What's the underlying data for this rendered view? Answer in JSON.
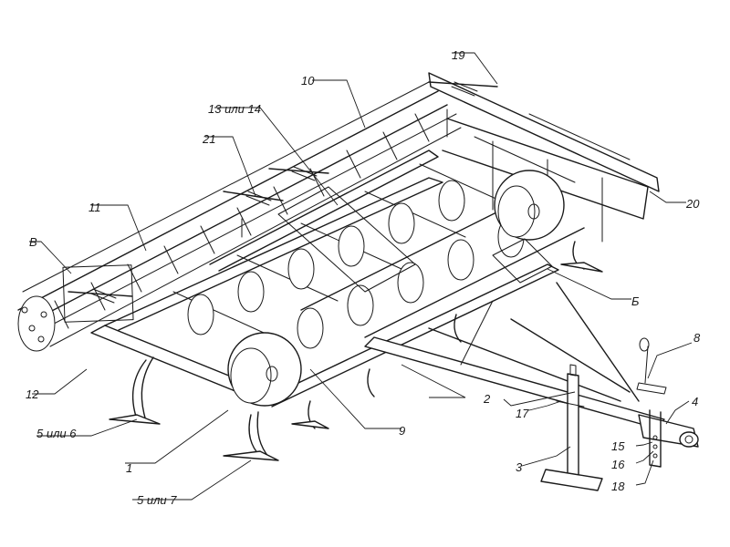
{
  "labels": {
    "l1": "1",
    "l2": "2",
    "l3": "3",
    "l4": "4",
    "l56a": "5 или 6",
    "l57": "5 или 7",
    "l8": "8",
    "l9": "9",
    "l10": "10",
    "l11": "11",
    "l12": "12",
    "l1314": "13 или 14",
    "l15": "15",
    "l16": "16",
    "l17": "17",
    "l18": "18",
    "l19": "19",
    "l20": "20",
    "l21": "21",
    "lB": "Б",
    "lV": "В"
  }
}
